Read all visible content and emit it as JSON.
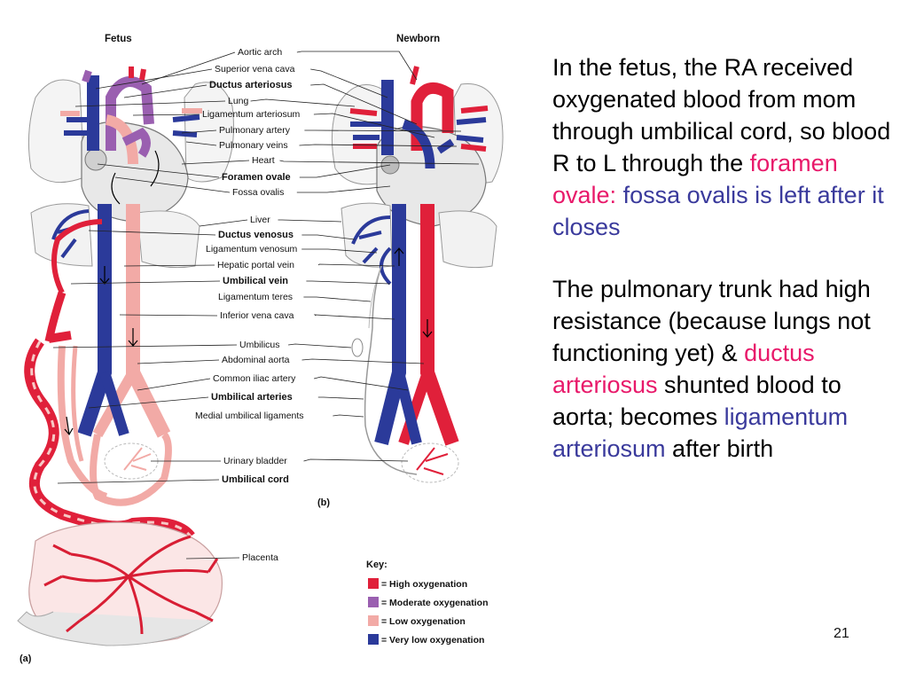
{
  "diagram": {
    "fetus_title": "Fetus",
    "newborn_title": "Newborn",
    "panel_a": "(a)",
    "panel_b": "(b)",
    "labels": [
      {
        "text": "Aortic arch",
        "bold": false
      },
      {
        "text": "Superior vena cava",
        "bold": false
      },
      {
        "text": "Ductus arteriosus",
        "bold": true
      },
      {
        "text": "Lung",
        "bold": false
      },
      {
        "text": "Ligamentum arteriosum",
        "bold": false
      },
      {
        "text": "Pulmonary artery",
        "bold": false
      },
      {
        "text": "Pulmonary veins",
        "bold": false
      },
      {
        "text": "Heart",
        "bold": false
      },
      {
        "text": "Foramen ovale",
        "bold": true
      },
      {
        "text": "Fossa ovalis",
        "bold": false
      },
      {
        "text": "Liver",
        "bold": false
      },
      {
        "text": "Ductus venosus",
        "bold": true
      },
      {
        "text": "Ligamentum venosum",
        "bold": false
      },
      {
        "text": "Hepatic portal vein",
        "bold": false
      },
      {
        "text": "Umbilical vein",
        "bold": true
      },
      {
        "text": "Ligamentum teres",
        "bold": false
      },
      {
        "text": "Inferior vena cava",
        "bold": false
      },
      {
        "text": "Umbilicus",
        "bold": false
      },
      {
        "text": "Abdominal aorta",
        "bold": false
      },
      {
        "text": "Common iliac artery",
        "bold": false
      },
      {
        "text": "Umbilical arteries",
        "bold": true
      },
      {
        "text": "Medial umbilical ligaments",
        "bold": false
      },
      {
        "text": "Urinary bladder",
        "bold": false
      },
      {
        "text": "Umbilical cord",
        "bold": true
      },
      {
        "text": "Placenta",
        "bold": false
      }
    ],
    "key": {
      "title": "Key:",
      "items": [
        {
          "label": "= High oxygenation",
          "color": "#e0203a"
        },
        {
          "label": "= Moderate oxygenation",
          "color": "#9a5fb0"
        },
        {
          "label": "= Low oxygenation",
          "color": "#f2aaa6"
        },
        {
          "label": "= Very low oxygenation",
          "color": "#2b3a9a"
        }
      ]
    },
    "colors": {
      "high": "#e0203a",
      "moderate": "#9a5fb0",
      "low": "#f2aaa6",
      "very_low": "#2b3a9a"
    }
  },
  "text": {
    "p1_main": "In the fetus, the RA received oxygenated blood from mom through umbilical cord, so blood R to L through the ",
    "p1_pink": "foramen ovale:",
    "p1_blue": "fossa ovalis is left after it closes",
    "p2_part1": "The pulmonary trunk had high resistance (because lungs not functioning yet) & ",
    "p2_pink": "ductus arteriosus",
    "p2_part2": " shunted blood to aorta; becomes ",
    "p2_blue": "ligamentum arteriosum",
    "p2_part3": " after birth"
  },
  "slide_number": "21"
}
